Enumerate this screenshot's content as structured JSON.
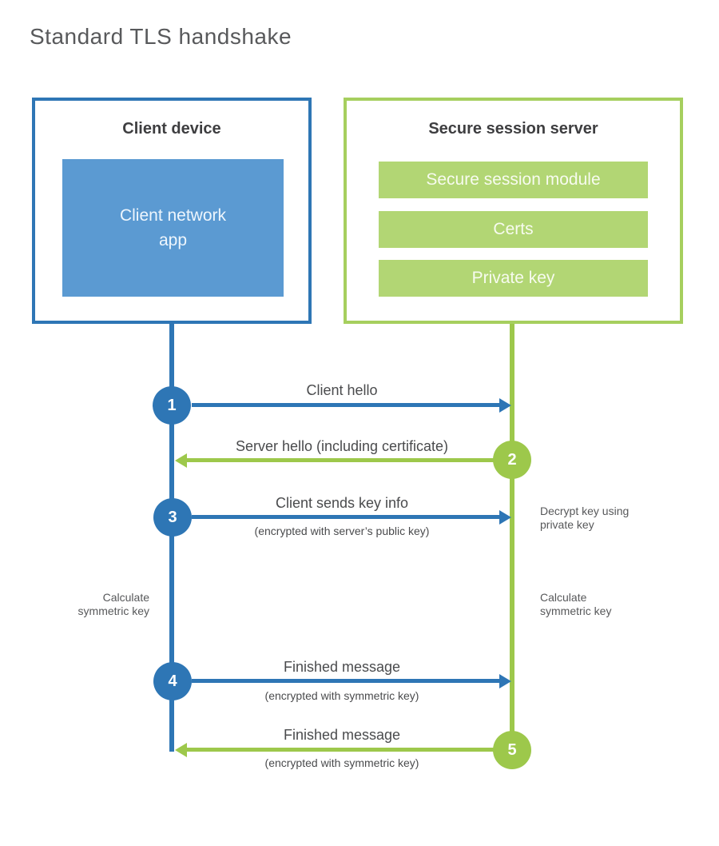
{
  "title": "Standard TLS handshake",
  "client_box": {
    "title": "Client device",
    "app": {
      "line1": "Client network",
      "line2": "app"
    }
  },
  "server_box": {
    "title": "Secure session server",
    "modules": [
      "Secure session module",
      "Certs",
      "Private key"
    ]
  },
  "steps": [
    {
      "number": "1",
      "label": "Client hello",
      "sublabel": "",
      "from": "client",
      "to": "server"
    },
    {
      "number": "2",
      "label": "Server hello (including certificate)",
      "sublabel": "",
      "from": "server",
      "to": "client"
    },
    {
      "number": "3",
      "label": "Client sends key info",
      "sublabel": "(encrypted with server’s public key)",
      "from": "client",
      "to": "server"
    },
    {
      "number": "4",
      "label": "Finished message",
      "sublabel": "(encrypted with symmetric key)",
      "from": "client",
      "to": "server"
    },
    {
      "number": "5",
      "label": "Finished message",
      "sublabel": "(encrypted with symmetric key)",
      "from": "server",
      "to": "client"
    }
  ],
  "annotations": {
    "decrypt": {
      "line1": "Decrypt key using",
      "line2": "private key"
    },
    "calculate_left": {
      "line1": "Calculate",
      "line2": "symmetric key"
    },
    "calculate_right": {
      "line1": "Calculate",
      "line2": "symmetric key"
    }
  },
  "colors": {
    "client_accent": "#2e76b5",
    "client_fill": "#5b9ad2",
    "server_accent": "#9dc84b",
    "server_border": "#a6cf5e",
    "server_fill": "#b2d674"
  }
}
